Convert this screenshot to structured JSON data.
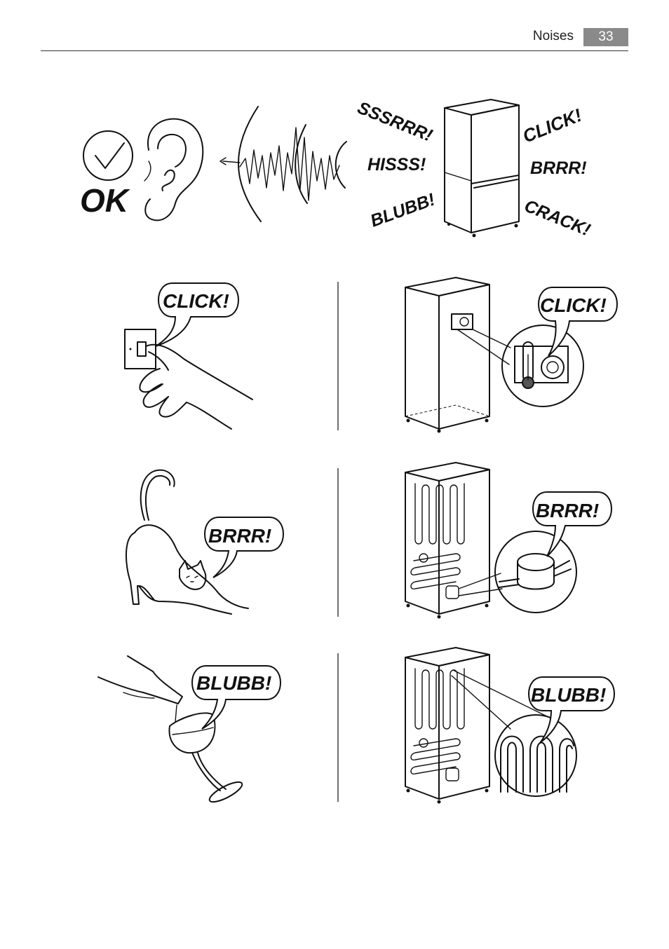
{
  "header": {
    "section_title": "Noises",
    "page_number": "33"
  },
  "hero": {
    "ok_label": "OK",
    "sounds_left": [
      "SSSRRR!",
      "HISSS!",
      "BLUBB!"
    ],
    "sounds_right": [
      "CLICK!",
      "BRRR!",
      "CRACK!"
    ]
  },
  "rows": [
    {
      "left_bubble": "CLICK!",
      "right_bubble": "CLICK!"
    },
    {
      "left_bubble": "BRRR!",
      "right_bubble": "BRRR!"
    },
    {
      "left_bubble": "BLUBB!",
      "right_bubble": "BLUBB!"
    }
  ]
}
